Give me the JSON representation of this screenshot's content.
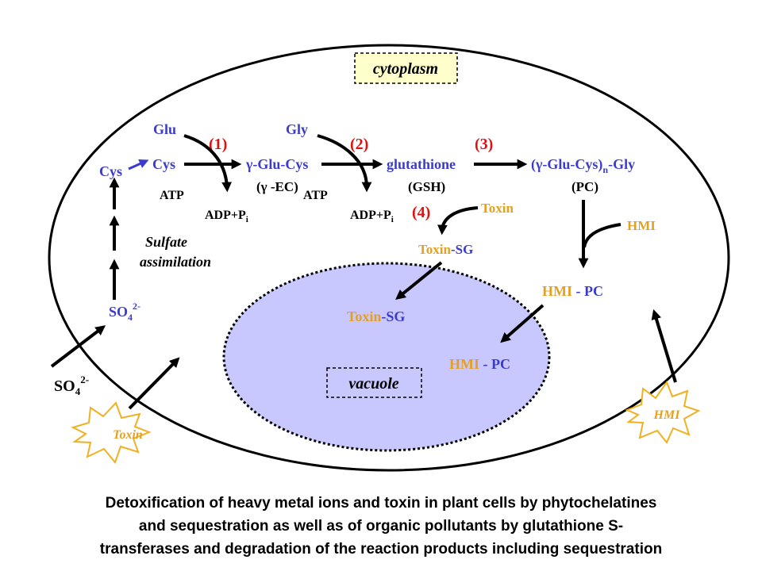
{
  "colors": {
    "blue": "#3c3ccc",
    "orange": "#e5a020",
    "red": "#e01010",
    "black": "#000000",
    "vacuole_fill": "#c8c8ff",
    "compartment_label_fill": "#ffffcc"
  },
  "compartments": {
    "cytoplasm": "cytoplasm",
    "vacuole": "vacuole"
  },
  "pathway": {
    "glu": "Glu",
    "cys": "Cys",
    "cys_left": "Cys",
    "gly": "Gly",
    "gamma_glu_cys": "γ-Glu-Cys",
    "gamma_ec": "(γ -EC)",
    "glutathione": "glutathione",
    "gsh": "(GSH)",
    "pc_main": "(γ-Glu-Cys)",
    "pc_sub": "n",
    "pc_tail": "-Gly",
    "pc_abbrev": "(PC)",
    "atp_1": "ATP",
    "atp_2": "ATP",
    "adp_1": "ADP+P",
    "adp_2": "ADP+P",
    "adp_sub": "i",
    "step_1": "(1)",
    "step_2": "(2)",
    "step_3": "(3)",
    "step_4": "(4)"
  },
  "sulfate": {
    "assimilation_line1": "Sulfate",
    "assimilation_line2": "assimilation",
    "so4_inside": "SO",
    "so4_outside": "SO",
    "so4_sub": "4",
    "so4_sup": "2-"
  },
  "toxin": {
    "toxin_label": "Toxin",
    "toxin_conj_toxin": "Toxin",
    "toxin_conj_sg": "-SG",
    "toxin_vac_toxin": "Toxin",
    "toxin_vac_sg": "-SG",
    "toxin_burst": "Toxin"
  },
  "hmi": {
    "hmi_label": "HMI",
    "hmi_pc_hmi": "HMI",
    "hmi_pc_pc": " - PC",
    "hmi_vac_hmi": "HMI",
    "hmi_vac_pc": " - PC",
    "hmi_burst": "HMI"
  },
  "caption": {
    "line1": "Detoxification of heavy metal ions and toxin in plant cells by phytochelatines",
    "line2": "and sequestration as well as of organic pollutants by glutathione S-",
    "line3": "transferases and degradation of the reaction products including sequestration"
  }
}
